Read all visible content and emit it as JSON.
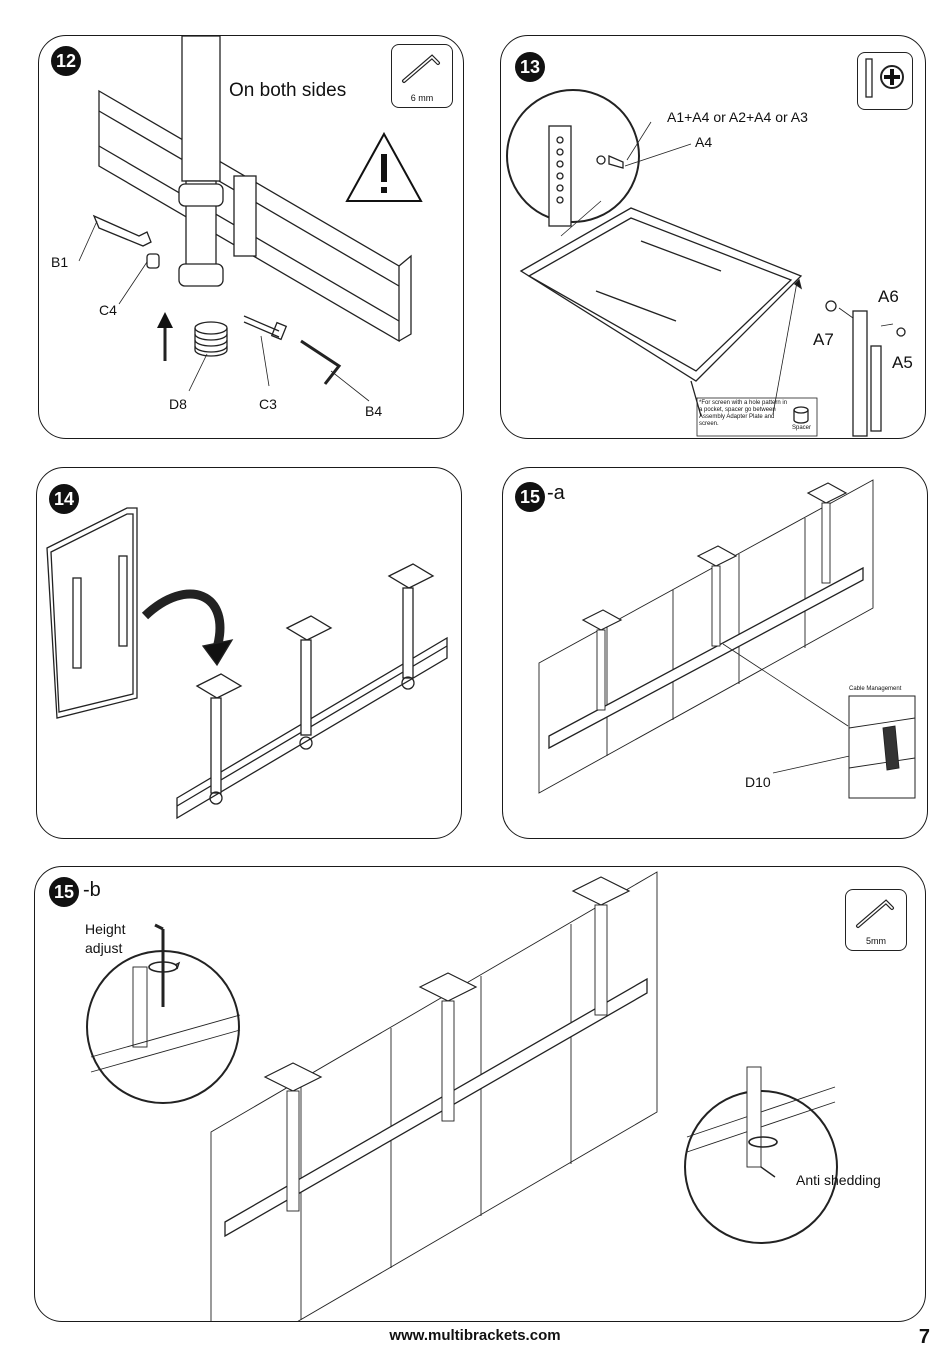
{
  "steps": {
    "s12": {
      "number": "12",
      "note": "On both sides",
      "tool": "6 mm",
      "parts": {
        "b1": "B1",
        "c4": "C4",
        "d8": "D8",
        "c3": "C3",
        "b4": "B4"
      }
    },
    "s13": {
      "number": "13",
      "combo": "A1+A4 or A2+A4 or A3",
      "a4": "A4",
      "a6": "A6",
      "a7": "A7",
      "a5": "A5",
      "spacer_note": "*For screen with a hole pattern in a pocket, spacer go between Assembly Adapter Plate and screen.",
      "spacer_label": "Spacer"
    },
    "s14": {
      "number": "14"
    },
    "s15a": {
      "number": "15",
      "suffix": "-a",
      "cable": "Cable Management",
      "d10": "D10"
    },
    "s15b": {
      "number": "15",
      "suffix": "-b",
      "height1": "Height",
      "height2": "adjust",
      "tool": "5mm",
      "anti": "Anti shedding"
    }
  },
  "footer": {
    "url": "www.multibrackets.com",
    "page": "7"
  }
}
